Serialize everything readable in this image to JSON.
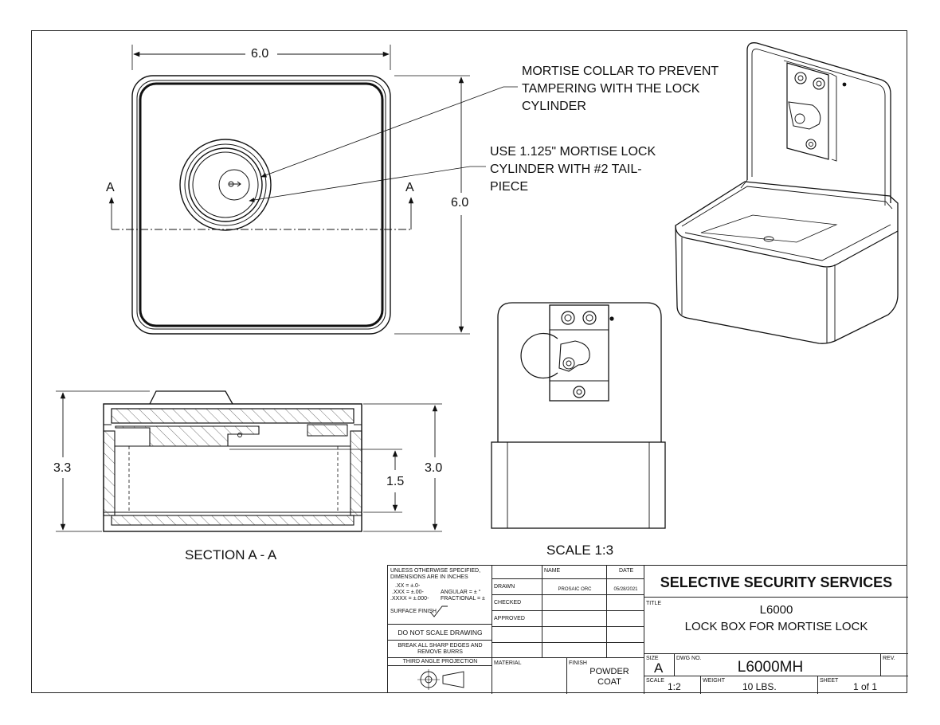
{
  "dims": {
    "top_width": "6.0",
    "top_height": "6.0",
    "sec_total": "3.3",
    "sec_body": "3.0",
    "sec_inner": "1.5"
  },
  "section_markers": {
    "left": "A",
    "right": "A"
  },
  "notes": {
    "collar": "MORTISE COLLAR TO PREVENT TAMPERING WITH THE LOCK CYLINDER",
    "cylinder": "USE 1.125\" MORTISE LOCK CYLINDER WITH #2 TAIL-PIECE"
  },
  "views": {
    "section_label": "SECTION A - A",
    "scale_label": "SCALE 1:3"
  },
  "title_block": {
    "tolerance_text": "UNLESS OTHERWISE SPECIFIED, DIMENSIONS ARE IN INCHES",
    "tol_xx": ".XX = ±.0-",
    "tol_xxx": ".XXX = ±.00-",
    "tol_xxxx": ".XXXX = ±.000-",
    "tol_angular": "ANGULAR = ± °",
    "tol_fractional": "FRACTIONAL = ±",
    "surface_finish": "SURFACE FINISH",
    "do_not_scale": "DO NOT SCALE DRAWING",
    "break_edges": "BREAK ALL SHARP EDGES AND REMOVE BURRS",
    "third_angle": "THIRD ANGLE PROJECTION",
    "hdr_name": "NAME",
    "hdr_date": "DATE",
    "row_drawn": "DRAWN",
    "row_checked": "CHECKED",
    "row_approved": "APPROVED",
    "drawn_name": "PROSAIC ORC",
    "drawn_date": "05/28/2021",
    "material_label": "MATERIAL",
    "finish_label": "FINISH",
    "finish_value": "POWDER COAT",
    "company": "SELECTIVE SECURITY SERVICES",
    "title_label": "TITLE",
    "title_line1": "L6000",
    "title_line2": "LOCK BOX FOR MORTISE LOCK",
    "size_label": "SIZE",
    "size_value": "A",
    "dwg_label": "DWG NO.",
    "dwg_value": "L6000MH",
    "rev_label": "REV.",
    "scale_label": "SCALE",
    "scale_value": "1:2",
    "weight_label": "WEIGHT",
    "weight_value": "10 LBS.",
    "sheet_label": "SHEET",
    "sheet_value": "1 of 1"
  }
}
